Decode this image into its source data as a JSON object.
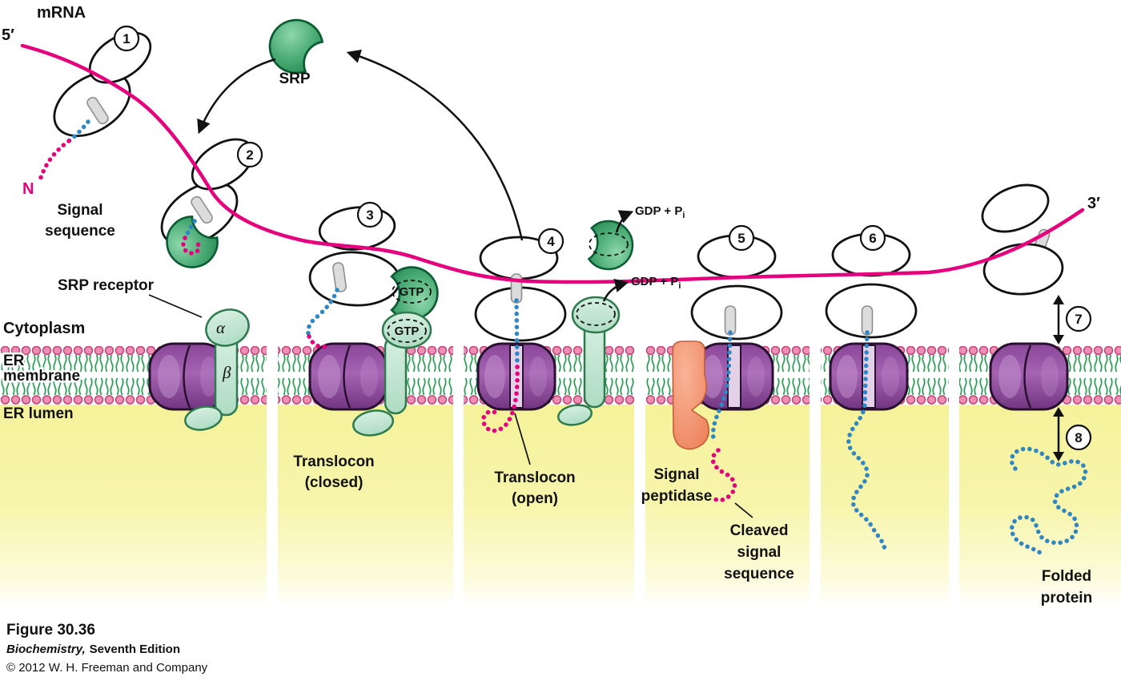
{
  "labels": {
    "mrna": "mRNA",
    "five_prime": "5′",
    "three_prime": "3′",
    "n_terminus": "N",
    "signal_sequence": {
      "l1": "Signal",
      "l2": "sequence"
    },
    "srp": "SRP",
    "srp_receptor": "SRP receptor",
    "alpha": "α",
    "beta": "β",
    "cytoplasm": "Cytoplasm",
    "er_membrane": {
      "l1": "ER",
      "l2": "membrane"
    },
    "er_lumen": "ER lumen",
    "gtp": "GTP",
    "gdp_prefix": "GDP + P",
    "gdp_sub": "i",
    "translocon_closed": {
      "l1": "Translocon",
      "l2": "(closed)"
    },
    "translocon_open": {
      "l1": "Translocon",
      "l2": "(open)"
    },
    "signal_peptidase": {
      "l1": "Signal",
      "l2": "peptidase"
    },
    "cleaved_signal": {
      "l1": "Cleaved",
      "l2": "signal",
      "l3": "sequence"
    },
    "folded_protein": {
      "l1": "Folded",
      "l2": "protein"
    }
  },
  "steps": [
    "1",
    "2",
    "3",
    "4",
    "5",
    "6",
    "7",
    "8"
  ],
  "caption": {
    "figure_number": "Figure 30.36",
    "book_title": "Biochemistry,",
    "edition": "Seventh Edition",
    "copyright": "© 2012 W. H. Freeman and Company"
  },
  "colors": {
    "mrna_pink": "#e5007d",
    "chain_blue": "#2f86c2",
    "srp_green": "#3ca06a",
    "receptor_green": "#bfe4cf",
    "translocon_purple": "#96519f",
    "membrane_head_pink": "#ee8fb2",
    "membrane_tail_green": "#2f9e58",
    "lumen_yellow": "#f5f29a",
    "peptidase_orange": "#f29274"
  }
}
